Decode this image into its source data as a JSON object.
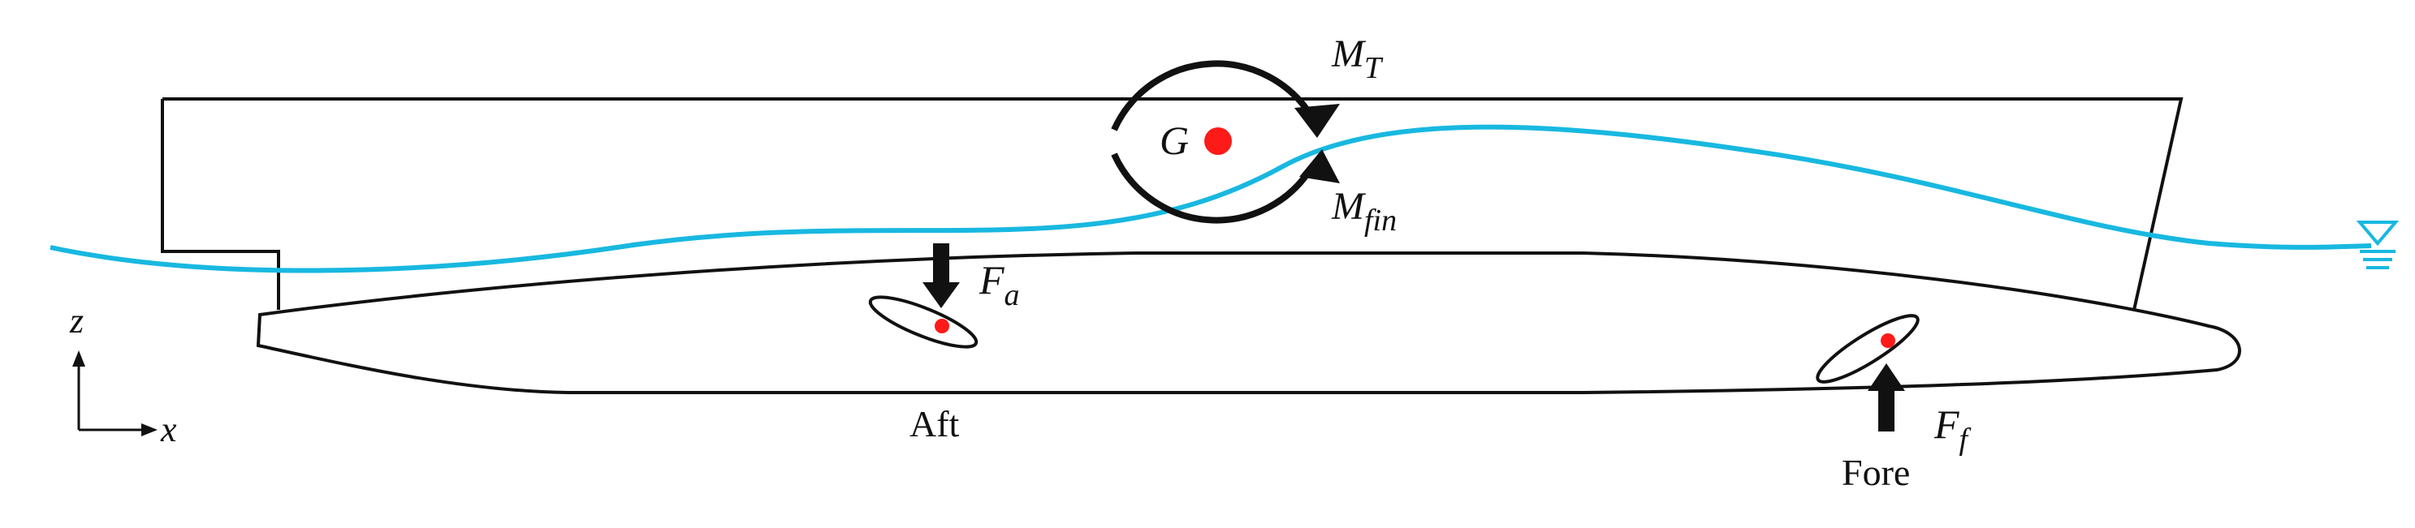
{
  "colors": {
    "outline": "#111111",
    "water": "#18b8e0",
    "point": "#ff1a1a",
    "arrow": "#111111"
  },
  "labels": {
    "moment_total": {
      "main": "M",
      "sub": "T"
    },
    "moment_fin": {
      "main": "M",
      "sub": "fin"
    },
    "center_of_gravity": "G",
    "force_aft": {
      "main": "F",
      "sub": "a"
    },
    "force_fore": {
      "main": "F",
      "sub": "f"
    },
    "aft": "Aft",
    "fore": "Fore",
    "axis_z": "z",
    "axis_x": "x"
  },
  "icons": {
    "waterline_symbol": "waterline-triangle-icon"
  }
}
